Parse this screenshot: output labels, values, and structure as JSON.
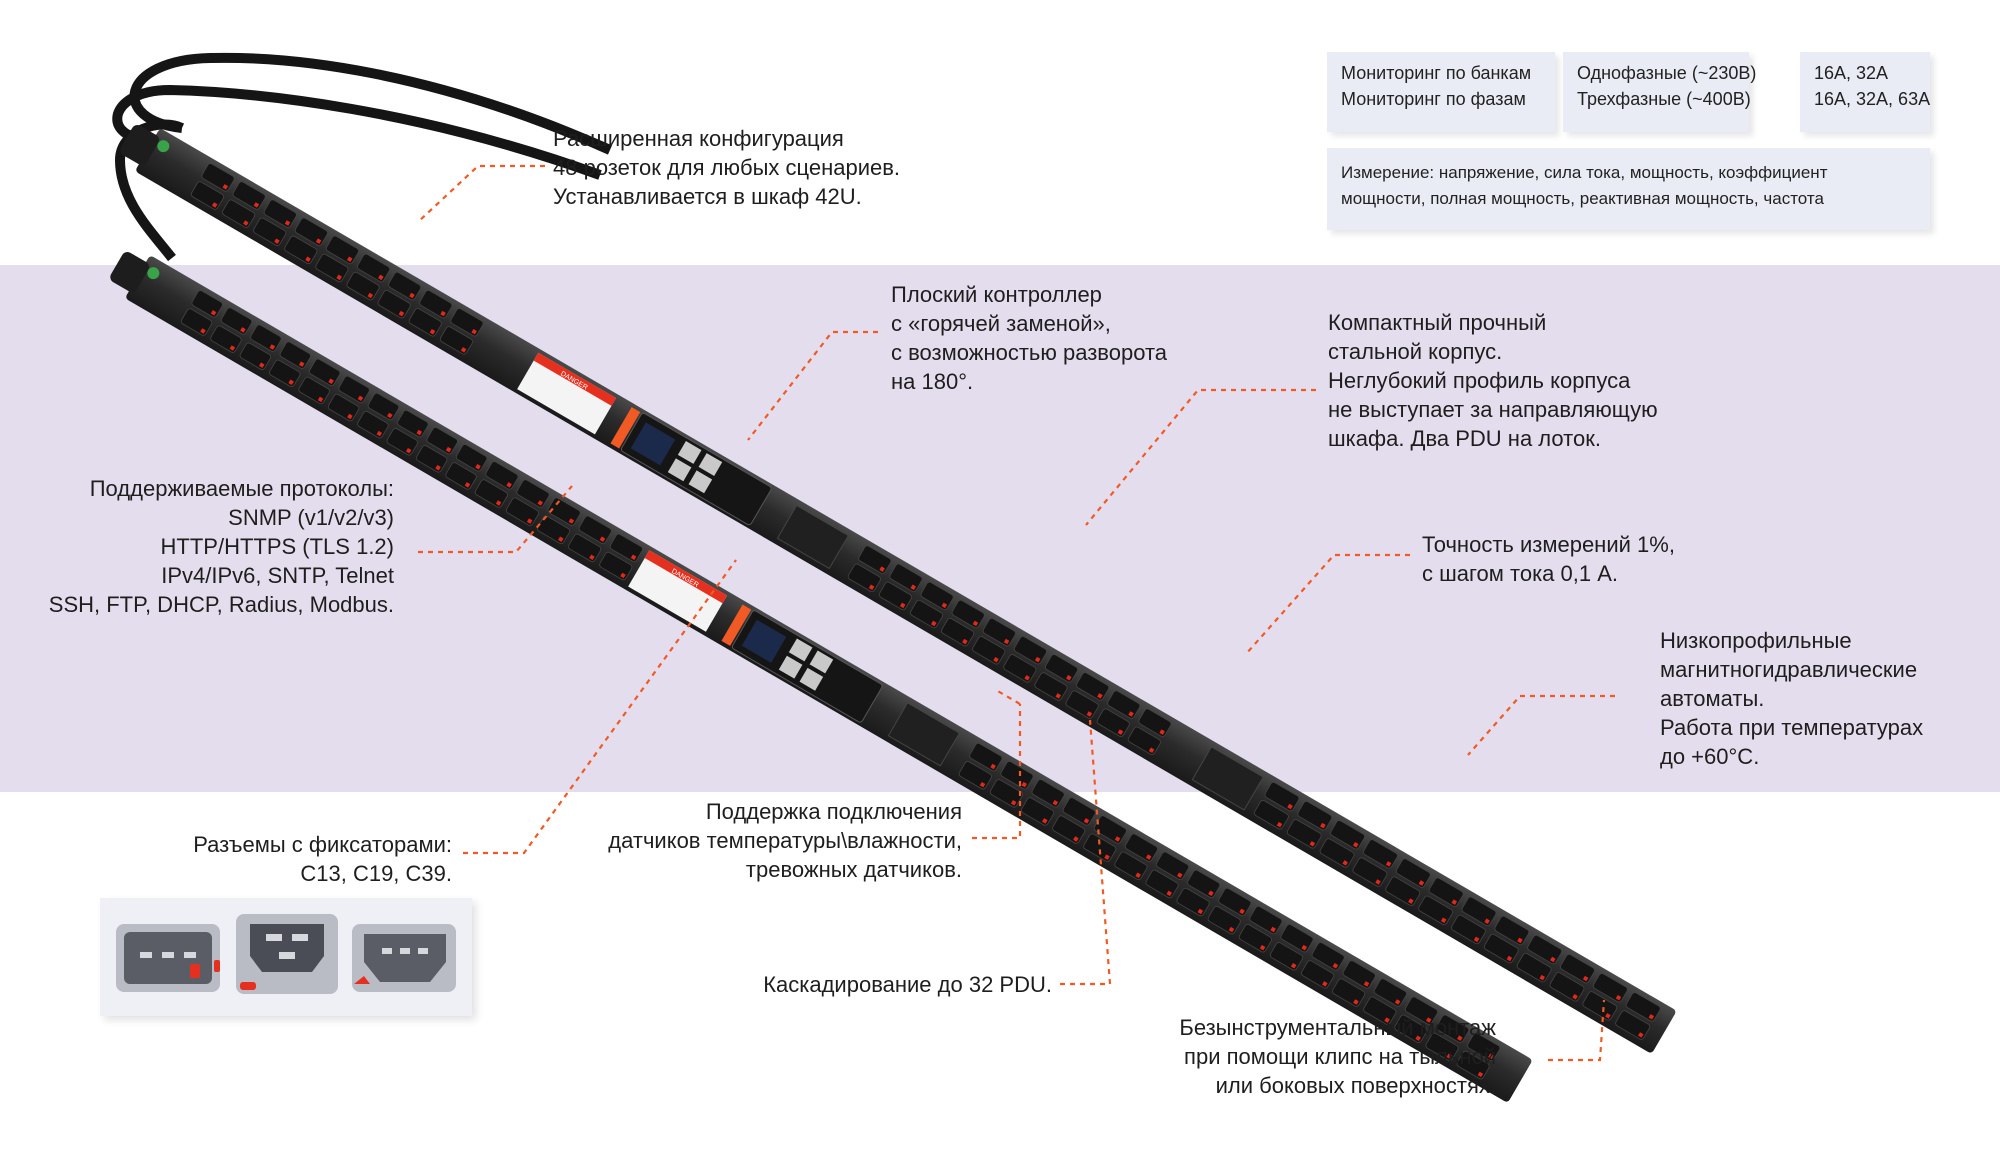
{
  "info_boxes": {
    "monitoring": [
      "Мониторинг по банкам",
      "Мониторинг по фазам"
    ],
    "phases": [
      "Однофазные (~230В)",
      "Трехфазные (~400В)"
    ],
    "currents": [
      "16А, 32А",
      "16А, 32А, 63А"
    ],
    "measurement": [
      "Измерение: напряжение, сила тока, мощность, коэффициент",
      "мощности, полная мощность, реактивная мощность, частота"
    ]
  },
  "callouts": {
    "config": [
      "Расширенная конфигурация",
      "48 розеток для любых сценариев.",
      "Устанавливается в шкаф 42U."
    ],
    "controller": [
      "Плоский контроллер",
      "с «горячей заменой»,",
      "с возможностью разворота",
      "на 180°."
    ],
    "housing": [
      "Компактный прочный",
      "стальной корпус.",
      "Неглубокий профиль корпуса",
      "не выступает за направляющую",
      "шкафа. Два PDU на лоток."
    ],
    "accuracy": [
      "Точность измерений 1%,",
      "с шагом тока 0,1 А."
    ],
    "breakers": [
      "Низкопрофильные",
      "магнитногидравлические",
      "автоматы.",
      "Работа при температурах",
      "до +60°С."
    ],
    "protocols": [
      "Поддерживаемые протоколы:",
      "SNMP (v1/v2/v3)",
      "HTTP/HTTPS (TLS 1.2)",
      "IPv4/IPv6, SNTP, Telnet",
      "SSH, FTP, DHCP, Radius, Modbus."
    ],
    "connectors": [
      "Разъемы с фиксаторами:",
      "С13, С19, С39."
    ],
    "sensors": [
      "Поддержка подключения",
      "датчиков температуры\\влажности,",
      "тревожных датчиков."
    ],
    "cascade": [
      "Каскадирование до 32 PDU."
    ],
    "mounting": [
      "Безынструментальный монтаж",
      "при помощи клипс на тыльной",
      "или боковых поверхностях."
    ]
  },
  "colors": {
    "accent_orange": "#f15a24",
    "band": "#e4dded",
    "pdu_body": "#2a2a2a",
    "outlet": "#141414",
    "outlet_latch": "#e0291b"
  },
  "pdu_labels": {
    "danger": "DANGER"
  }
}
